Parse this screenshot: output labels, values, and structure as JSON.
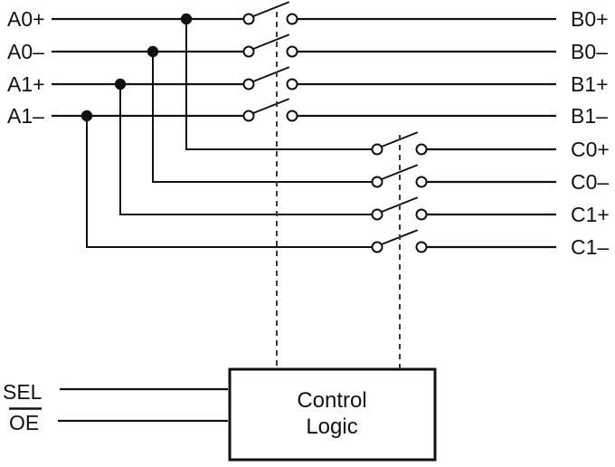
{
  "diagram": {
    "left_labels": [
      "A0+",
      "A0–",
      "A1+",
      "A1–"
    ],
    "right_labels": [
      "B0+",
      "B0–",
      "B1+",
      "B1–",
      "C0+",
      "C0–",
      "C1+",
      "C1–"
    ],
    "control_box": {
      "line1": "Control",
      "line2": "Logic"
    },
    "control_inputs": {
      "sel": "SEL",
      "oe": "OE"
    },
    "colors": {
      "line": "#111111",
      "dashed": "#3a3a3a",
      "background": "#ffffff"
    }
  }
}
